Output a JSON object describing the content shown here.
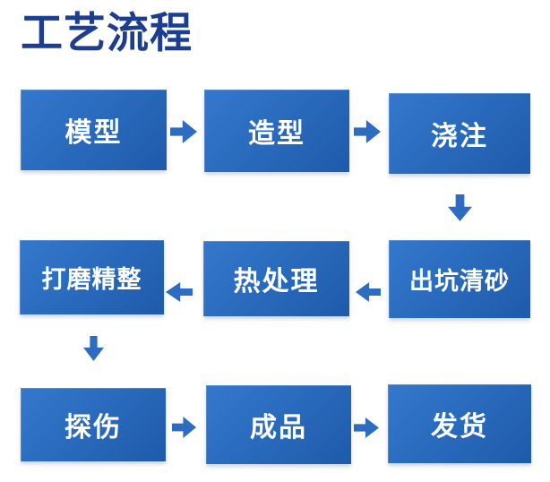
{
  "page": {
    "title": "工艺流程"
  },
  "colors": {
    "title_text": "#1d3e8f",
    "box_gradient_start": "#3478cd",
    "box_gradient_end": "#1f5aab",
    "box_text": "#ffffff",
    "arrow": "#2e6cc2",
    "background": "#ffffff"
  },
  "flowchart": {
    "steps": [
      {
        "label": "模型"
      },
      {
        "label": "造型"
      },
      {
        "label": "浇注"
      },
      {
        "label": "出坑清砂"
      },
      {
        "label": "热处理"
      },
      {
        "label": "打磨精整"
      },
      {
        "label": "探伤"
      },
      {
        "label": "成品"
      },
      {
        "label": "发货"
      }
    ],
    "connections": [
      {
        "from": "模型",
        "to": "造型",
        "direction": "right"
      },
      {
        "from": "造型",
        "to": "浇注",
        "direction": "right"
      },
      {
        "from": "浇注",
        "to": "出坑清砂",
        "direction": "down"
      },
      {
        "from": "出坑清砂",
        "to": "热处理",
        "direction": "left"
      },
      {
        "from": "热处理",
        "to": "打磨精整",
        "direction": "left"
      },
      {
        "from": "打磨精整",
        "to": "探伤",
        "direction": "down"
      },
      {
        "from": "探伤",
        "to": "成品",
        "direction": "right"
      },
      {
        "from": "成品",
        "to": "发货",
        "direction": "right"
      }
    ]
  }
}
